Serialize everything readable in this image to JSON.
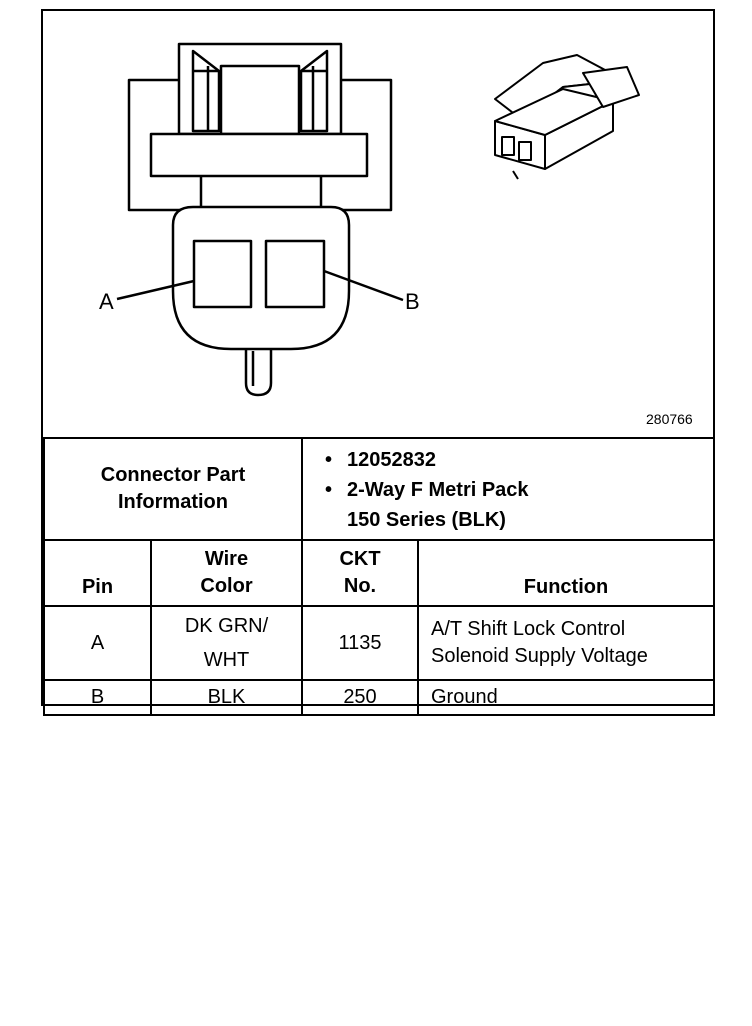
{
  "diagram": {
    "pin_a_label": "A",
    "pin_b_label": "B",
    "figure_number": "280766"
  },
  "connector_info": {
    "heading_line1": "Connector Part",
    "heading_line2": "Information",
    "bullet_symbol": "•",
    "part_number": "12052832",
    "description_line1": "2-Way F  Metri Pack",
    "description_line2": "150 Series (BLK)"
  },
  "table": {
    "headers": {
      "pin": "Pin",
      "wire_color_line1": "Wire",
      "wire_color_line2": "Color",
      "ckt_line1": "CKT",
      "ckt_line2": "No.",
      "function": "Function"
    },
    "rows": [
      {
        "pin": "A",
        "wire_color_line1": "DK GRN/",
        "wire_color_line2": "WHT",
        "ckt": "1135",
        "function_line1": "A/T Shift Lock Control",
        "function_line2": "Solenoid Supply Voltage"
      },
      {
        "pin": "B",
        "wire_color_line1": "BLK",
        "ckt": "250",
        "function_line1": "Ground"
      }
    ]
  }
}
